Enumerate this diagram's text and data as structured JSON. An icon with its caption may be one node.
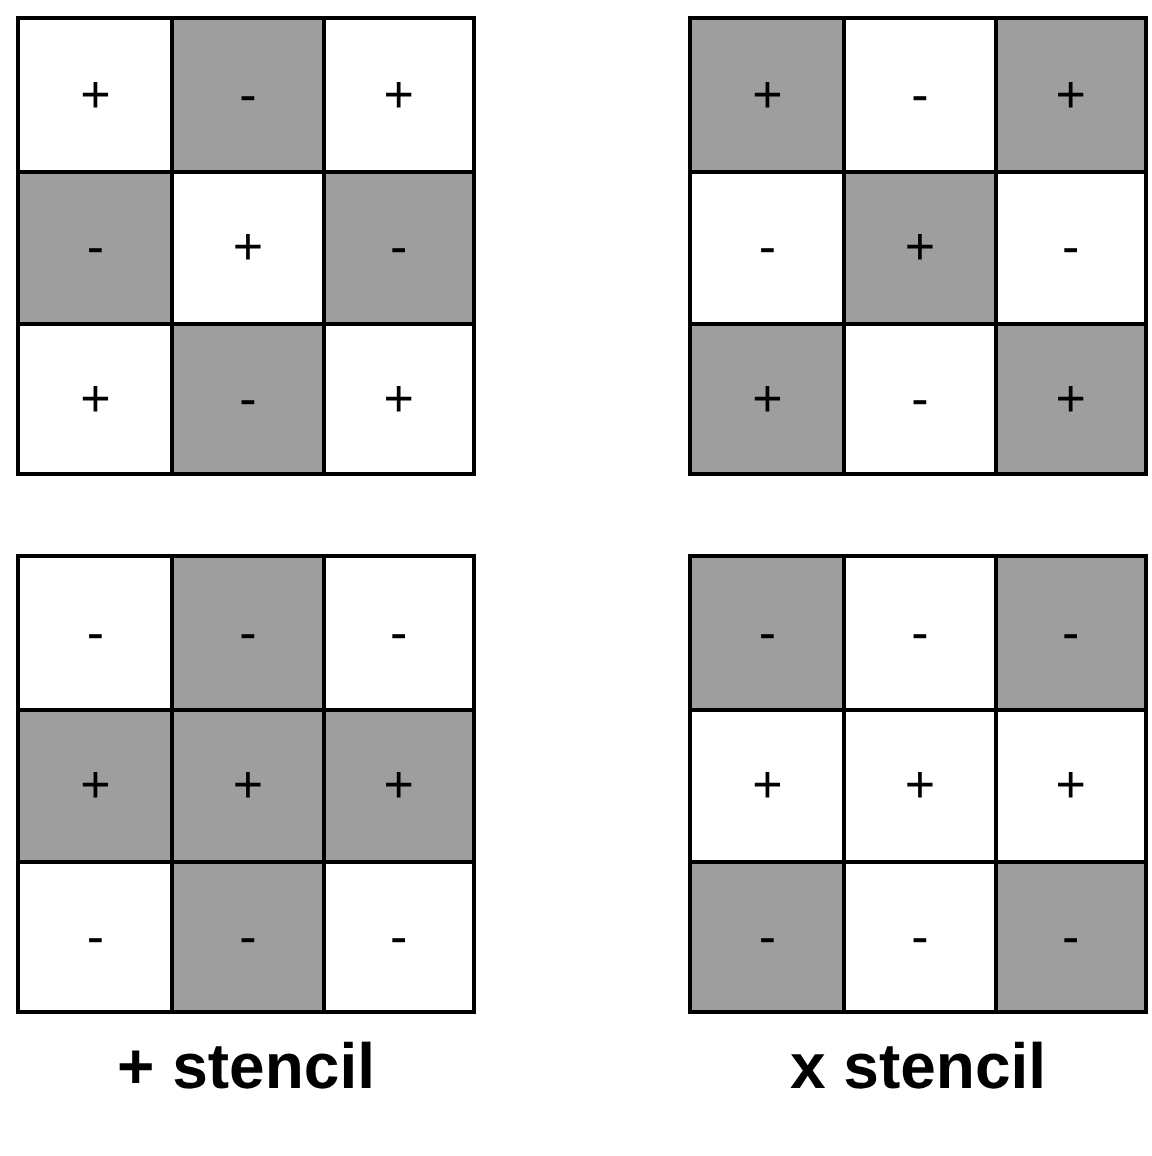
{
  "diagram": {
    "nodes": [
      {
        "text": [],
        "shape": "box"
      },
      {
        "text": [
          "+"
        ],
        "in": 0
      },
      {
        "text": [
          "-"
        ],
        "in": 0
      },
      {
        "text": [
          "+"
        ],
        "in": 0
      },
      {
        "text": [
          "-"
        ],
        "in": 0
      },
      {
        "text": [
          "+"
        ],
        "in": 0
      },
      {
        "text": [
          "-"
        ],
        "in": 0
      },
      {
        "text": [
          "+"
        ],
        "in": 0
      },
      {
        "text": [
          "-"
        ],
        "in": 0
      },
      {
        "text": [
          "+"
        ],
        "in": 0
      },
      {
        "text": [],
        "shape": "box"
      },
      {
        "text": [
          "+"
        ],
        "in": 10
      },
      {
        "text": [
          "-"
        ],
        "in": 10
      },
      {
        "text": [
          "+"
        ],
        "in": 10
      },
      {
        "text": [
          "-"
        ],
        "in": 10
      },
      {
        "text": [
          "+"
        ],
        "in": 10
      },
      {
        "text": [
          "-"
        ],
        "in": 10
      },
      {
        "text": [
          "+"
        ],
        "in": 10
      },
      {
        "text": [
          "-"
        ],
        "in": 10
      },
      {
        "text": [
          "+"
        ],
        "in": 10
      },
      {
        "text": [],
        "shape": "box"
      },
      {
        "text": [
          "-"
        ],
        "in": 20
      },
      {
        "text": [
          "-"
        ],
        "in": 20
      },
      {
        "text": [
          "-"
        ],
        "in": 20
      },
      {
        "text": [
          "+"
        ],
        "in": 20
      },
      {
        "text": [
          "+"
        ],
        "in": 20
      },
      {
        "text": [
          "+"
        ],
        "in": 20
      },
      {
        "text": [
          "-"
        ],
        "in": 20
      },
      {
        "text": [
          "-"
        ],
        "in": 20
      },
      {
        "text": [
          "-"
        ],
        "in": 20
      },
      {
        "text": [],
        "shape": "box"
      },
      {
        "text": [
          "-"
        ],
        "in": 30
      },
      {
        "text": [
          "-"
        ],
        "in": 30
      },
      {
        "text": [
          "-"
        ],
        "in": 30
      },
      {
        "text": [
          "+"
        ],
        "in": 30
      },
      {
        "text": [
          "+"
        ],
        "in": 30
      },
      {
        "text": [
          "+"
        ],
        "in": 30
      },
      {
        "text": [
          "-"
        ],
        "in": 30
      },
      {
        "text": [
          "-"
        ],
        "in": 30
      },
      {
        "text": [
          "-"
        ],
        "in": 30
      }
    ],
    "labels": [
      "+ stencil",
      "x stencil"
    ]
  }
}
